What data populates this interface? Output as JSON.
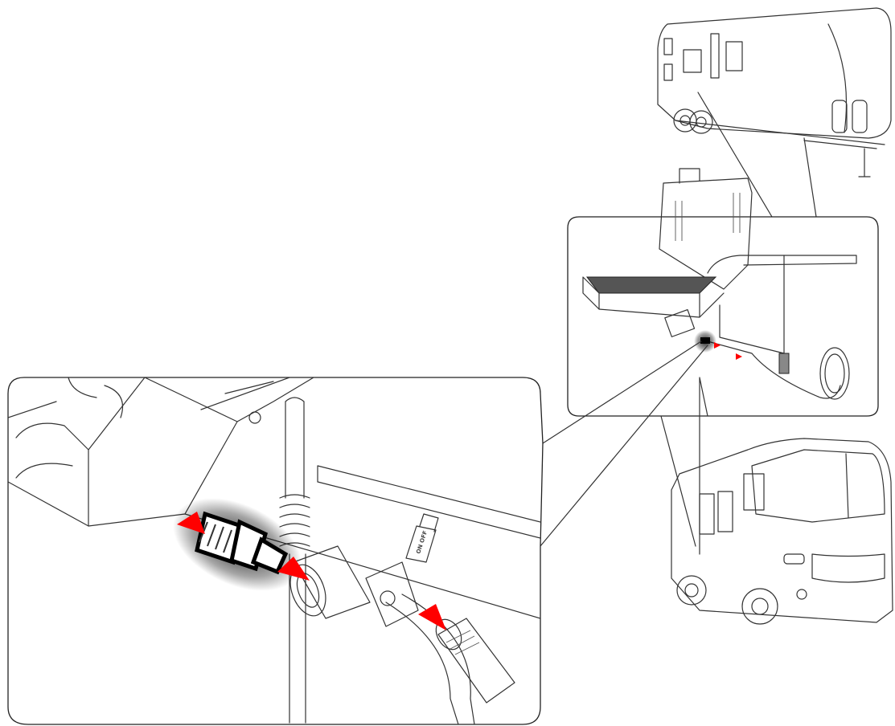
{
  "diagram": {
    "description_labels": [],
    "colors": {
      "line": "#333333",
      "arrow": "#ff0000",
      "background": "#ffffff",
      "fitting_outline": "#000000",
      "grill_surface": "#555555"
    },
    "icons": [
      "travel-trailer-illustration",
      "portable-grill-illustration",
      "motorhome-illustration",
      "quick-connect-fitting",
      "shutoff-valve",
      "gas-hose"
    ],
    "valve_handle_text": "ON OFF"
  }
}
